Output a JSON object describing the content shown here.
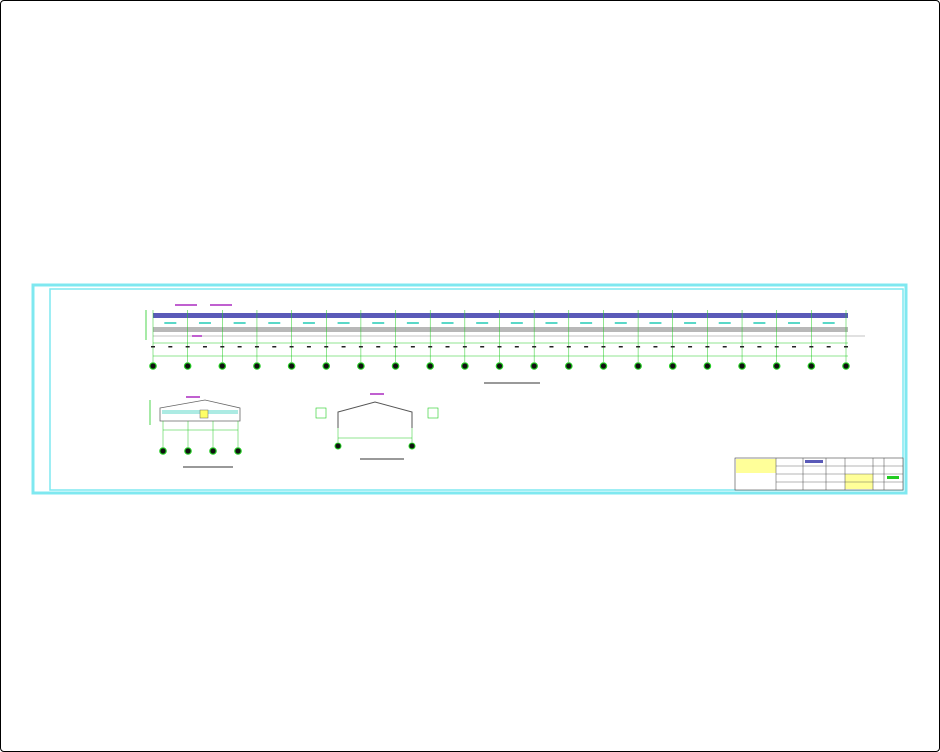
{
  "drawing": {
    "colors": {
      "sheet_border": "#7fe8f0",
      "roof_band": "#5a5ab8",
      "wall_band": "#b8b8b8",
      "grid": "#22cc22",
      "label_teal": "#5ad8c8",
      "tag_magenta": "#c060d0",
      "title_block": "#ffff99"
    },
    "long_elevation_axis_count": 21,
    "end_elevation_axis_count": 4,
    "section_axis_count": 2
  }
}
